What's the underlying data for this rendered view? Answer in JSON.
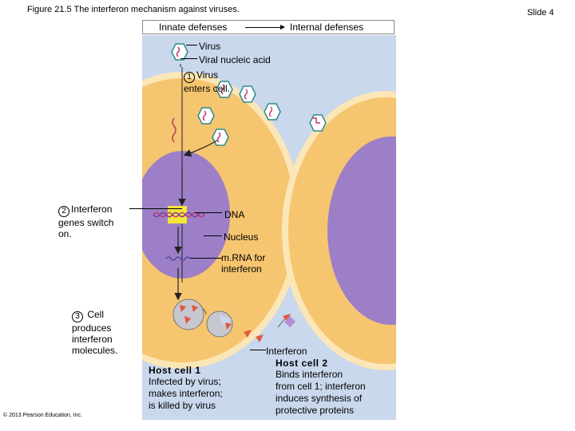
{
  "header": {
    "figure_title": "Figure 21.5 The interferon mechanism against viruses.",
    "slide_label": "Slide 4"
  },
  "banner": {
    "innate": "Innate defenses",
    "internal": "Internal defenses"
  },
  "labels": {
    "virus": "Virus",
    "viral_nucleic_acid": "Viral nucleic acid",
    "step1_num": "1",
    "step1_line1": "Virus",
    "step1_line2": "enters cell.",
    "step2_num": "2",
    "step2_line1": "Interferon",
    "step2_line2": "genes switch",
    "step2_line3": "on.",
    "dna": "DNA",
    "nucleus": "Nucleus",
    "mrna_line1": "m.RNA for",
    "mrna_line2": "interferon",
    "step3_num": "3",
    "step3_line1": "Cell",
    "step3_line2": "produces",
    "step3_line3": "interferon",
    "step3_line4": "molecules.",
    "interferon": "Interferon",
    "host1_title": "Host cell 1",
    "host1_line1": "Infected by virus;",
    "host1_line2": "makes interferon;",
    "host1_line3": "is killed by virus",
    "host2_title": "Host cell 2",
    "host2_line1": "Binds interferon",
    "host2_line2": "from cell 1; interferon",
    "host2_line3": "induces synthesis of",
    "host2_line4": "protective proteins"
  },
  "copyright": "© 2013 Pearson Education, Inc.",
  "colors": {
    "panel_bg": "#c9d8ec",
    "cytoplasm": "#f6c56f",
    "membrane": "#fbe6b8",
    "nucleus": "#9c7fc6",
    "interferon": "#e2583e",
    "receptor": "#b58dd2"
  }
}
